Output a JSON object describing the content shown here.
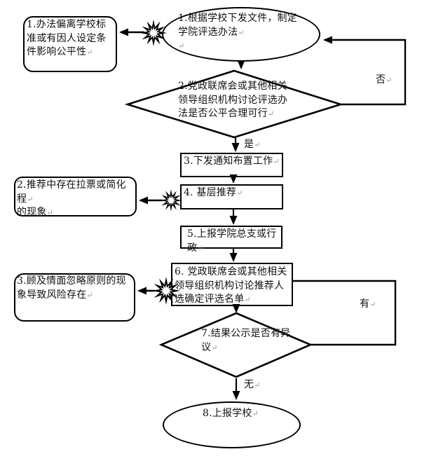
{
  "diagram": {
    "kind": "flowchart",
    "nodes": {
      "step1": "1.根据学校下发文件，制定学院评选办法↵\n↵",
      "step2": "2.党政联席会或其他相关领导组织机构讨论评选办法是否公平合理可行↵",
      "step3": "3.下发通知布置工作↵",
      "step4": "4. 基层推荐↵",
      "step5": "5.上报学院总支或行政↵",
      "step6": "6. 党政联席会或其他相关领导组织机构讨论推荐人选确定评选名单↵",
      "step7": "7.结果公示是否有异议↵",
      "step8": "8.上报学校↵"
    },
    "risk_notes": {
      "note1": "1.办法偏离学校标准或有因人设定条件影响公平性↵",
      "note2": "2.推荐中存在拉票或简化程↵\n的现象↵",
      "note3": "3.顾及情面忽略原则的现象导致风险存在↵"
    },
    "edge_labels": {
      "no": "否↵",
      "yes": "是↵",
      "has_objection": "有↵",
      "no_objection": "无↵"
    },
    "colors": {
      "stroke": "#000000",
      "fill": "#ffffff",
      "paragraph_mark": "#8f9bb3"
    }
  }
}
